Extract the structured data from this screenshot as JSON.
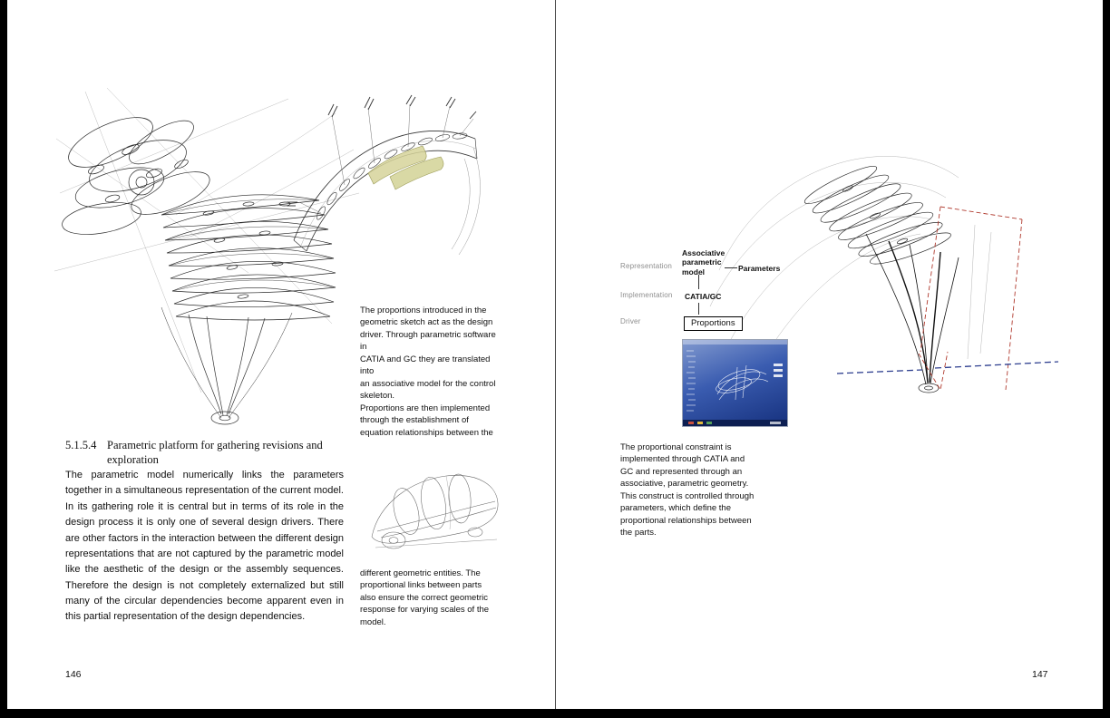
{
  "colors": {
    "accent_red": "#b03a2e",
    "accent_blue": "#2e3f8f",
    "plan_highlight": "#d6d49a"
  },
  "left_page": {
    "page_number": "146",
    "figure_caption_top": "The proportions introduced in the\ngeometric sketch act as the design\ndriver. Through parametric software in\nCATIA and GC  they are translated into\nan associative model for the control\nskeleton.\nProportions are then implemented\nthrough the establishment of\nequation relationships between the",
    "heading_number": "5.1.5.4",
    "heading_text": "Parametric platform for gathering revisions and exploration",
    "body": "The parametric model numerically links the parameters together in a simultaneous representation of the current model. In its gathering role it is central but in terms of its role in the design process it is only one of several design drivers. There are other factors in the interaction between the different design representations that are not captured by the parametric model like the aesthetic of the design or the assembly sequences. Therefore the design is not completely externalized but still many of the circular dependencies become apparent even in this partial representation of the design dependencies.",
    "figure_caption_bottom": "different geometric entities. The\nproportional links between parts\nalso ensure the correct geometric\nresponse for varying scales of the\nmodel."
  },
  "right_page": {
    "page_number": "147",
    "diagram": {
      "label_representation": "Representation",
      "label_implementation": "Implementation",
      "label_driver": "Driver",
      "model_label": "Associative\nparametric\nmodel",
      "parameters_label": "Parameters",
      "implementation_value": "CATIA/GC",
      "driver_value": "Proportions"
    },
    "figure_caption": "The proportional constraint is\nimplemented through CATIA and\nGC and represented through an\nassociative, parametric  geometry.\nThis construct is controlled through\nparameters, which define the\nproportional relationships between\nthe parts."
  }
}
